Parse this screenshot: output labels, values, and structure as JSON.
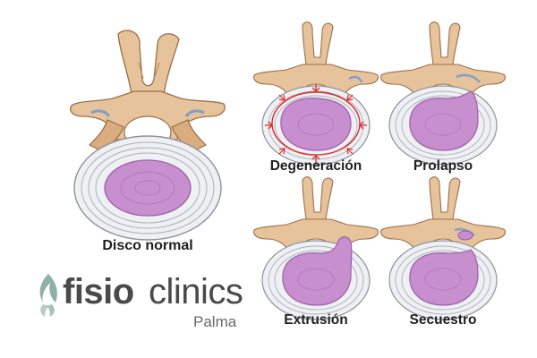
{
  "colors": {
    "bone": "#e7c39c",
    "bone_dark": "#b98a5e",
    "bone_shadow": "#9b6f47",
    "annulus": "#eef0f3",
    "annulus_line": "#9aa0aa",
    "nucleus": "#c88fcf",
    "nucleus_dark": "#9c5fa7",
    "nerve": "#7f9ec6",
    "arrow_red": "#e02a2a",
    "logo_text": "#4a4a4a",
    "logo_mark": "#8fb0a8"
  },
  "labels": {
    "normal": "Disco normal",
    "degeneration": "Degeneración",
    "prolapse": "Prolapso",
    "extrusion": "Extrusión",
    "sequestration": "Secuestro"
  },
  "logo": {
    "part1": "fisio",
    "part2": "clinics",
    "sub": "Palma"
  },
  "icons": {
    "logo": "flame-leaf-icon"
  }
}
